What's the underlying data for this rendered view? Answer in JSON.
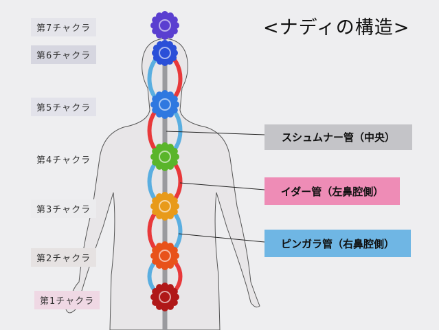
{
  "title": "<ナディの構造>",
  "chakras": [
    {
      "label": "第7チャクラ",
      "color": "#5a3fd0"
    },
    {
      "label": "第6チャクラ",
      "color": "#2a4fd8"
    },
    {
      "label": "第5チャクラ",
      "color": "#2f78e0"
    },
    {
      "label": "第4チャクラ",
      "color": "#5ab52a"
    },
    {
      "label": "第3チャクラ",
      "color": "#e89a1a"
    },
    {
      "label": "第2チャクラ",
      "color": "#e8521a"
    },
    {
      "label": "第1チャクラ",
      "color": "#b01818"
    }
  ],
  "channels": {
    "sushumna": {
      "label": "スシュムナー管（中央）",
      "color": "#c4c4c8"
    },
    "ida": {
      "label": "イダー管（左鼻腔側）",
      "color": "#ee8cb6"
    },
    "pingala": {
      "label": "ピンガラ管（右鼻腔側）",
      "color": "#6fb6e4"
    }
  },
  "colors": {
    "ida_line": "#e8383a",
    "pingala_line": "#5aaee0",
    "spine": "#9a9a9e"
  }
}
